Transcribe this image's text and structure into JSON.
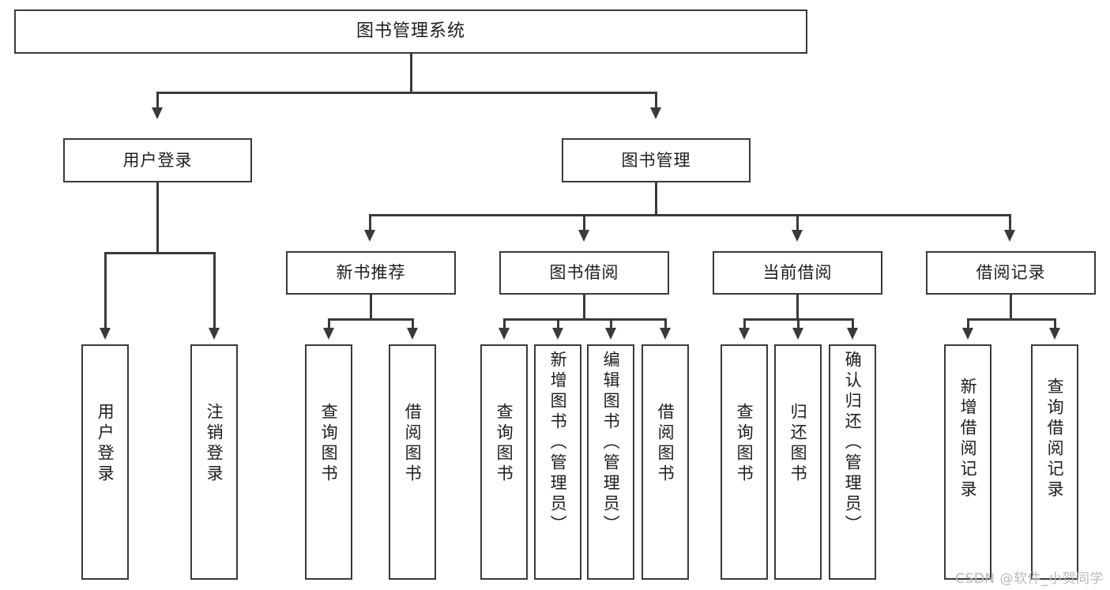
{
  "diagram": {
    "title": "图书管理系统",
    "type": "功能结构图",
    "watermark": "CSDN @软件_小贺同学"
  },
  "nodes": {
    "root": {
      "label": "图书管理系统"
    },
    "level1": [
      {
        "id": "user-login",
        "label": "用户登录"
      },
      {
        "id": "book-manage",
        "label": "图书管理"
      }
    ],
    "level2": [
      {
        "id": "new-book-rec",
        "label": "新书推荐"
      },
      {
        "id": "book-borrow",
        "label": "图书借阅"
      },
      {
        "id": "current-borrow",
        "label": "当前借阅"
      },
      {
        "id": "borrow-record",
        "label": "借阅记录"
      }
    ],
    "leaves": {
      "user_login": [
        {
          "id": "leaf-user-login",
          "label": "用户登录"
        },
        {
          "id": "leaf-user-logout",
          "label": "注销登录"
        }
      ],
      "new_book_rec": [
        {
          "id": "leaf-query-book-1",
          "label": "查询图书"
        },
        {
          "id": "leaf-borrow-book-1",
          "label": "借阅图书"
        }
      ],
      "book_borrow": [
        {
          "id": "leaf-query-book-2",
          "label": "查询图书"
        },
        {
          "id": "leaf-add-book",
          "label": "新增图书（管理员）"
        },
        {
          "id": "leaf-edit-book",
          "label": "编辑图书（管理员）"
        },
        {
          "id": "leaf-borrow-book-2",
          "label": "借阅图书"
        }
      ],
      "current_borrow": [
        {
          "id": "leaf-query-book-3",
          "label": "查询图书"
        },
        {
          "id": "leaf-return-book",
          "label": "归还图书"
        },
        {
          "id": "leaf-confirm-return",
          "label": "确认归还（管理员）"
        }
      ],
      "borrow_record": [
        {
          "id": "leaf-add-record",
          "label": "新增借阅记录"
        },
        {
          "id": "leaf-query-record",
          "label": "查询借阅记录"
        }
      ]
    }
  },
  "colors": {
    "stroke": "#3a3a3a",
    "fill": "#ffffff",
    "text": "#1d1d1d",
    "watermark": "#b9b9b9"
  }
}
